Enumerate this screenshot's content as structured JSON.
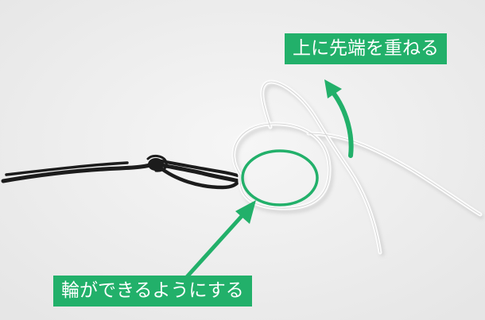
{
  "annotations": {
    "top_label": "上に先端を重ねる",
    "bottom_label": "輪ができるようにする"
  },
  "colors": {
    "accent": "#22b06a",
    "background": "#f1f1f1",
    "white_cord": "#fbfbfb",
    "black_cord": "#1c1c1c"
  },
  "icons": {
    "ring_marker": "circle-outline",
    "pointer_to_ring": "arrow-up-right",
    "pointer_up": "curved-arrow-up"
  }
}
